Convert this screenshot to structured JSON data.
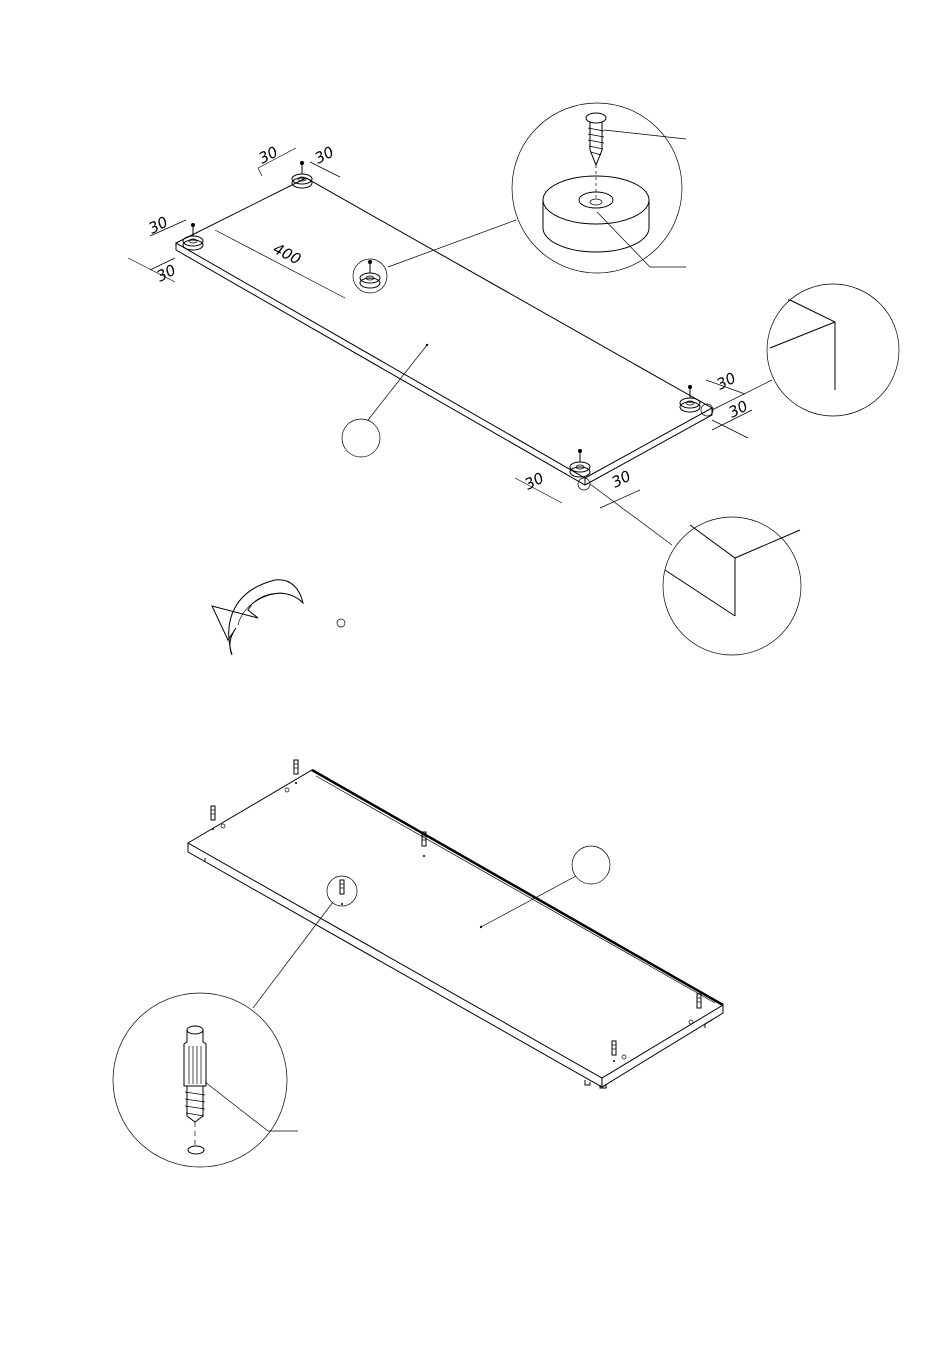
{
  "dimensions": {
    "top_left_a": "30",
    "top_left_b": "30",
    "front_left_a": "30",
    "front_left_b": "30",
    "span": "400",
    "right_a": "30",
    "right_b": "30",
    "bottom_a": "30",
    "bottom_b": "30"
  },
  "icons": {
    "rotate": "flip-arrow-icon",
    "foot": "glide-foot-icon",
    "screw": "screw-icon",
    "dowel": "cam-dowel-icon"
  }
}
